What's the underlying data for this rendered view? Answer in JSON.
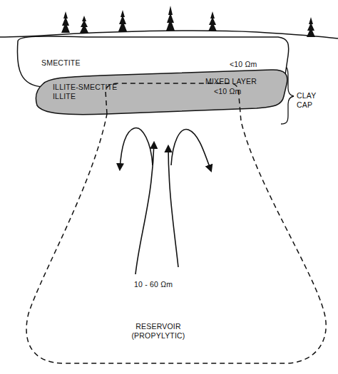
{
  "diagram": {
    "nodes": [
      {
        "text": [
          "SMECTITE",
          "<10 Ωm"
        ]
      },
      {
        "text": [
          "ILLITE-SMECTITE ILLITE",
          "MIXED LAYER",
          "<10 Ωm"
        ]
      },
      {
        "text": [
          "10 - 60 Ωm",
          "RESERVOIR (PROPYLYTIC)"
        ]
      }
    ],
    "labels": [
      "CLAY CAP"
    ]
  }
}
